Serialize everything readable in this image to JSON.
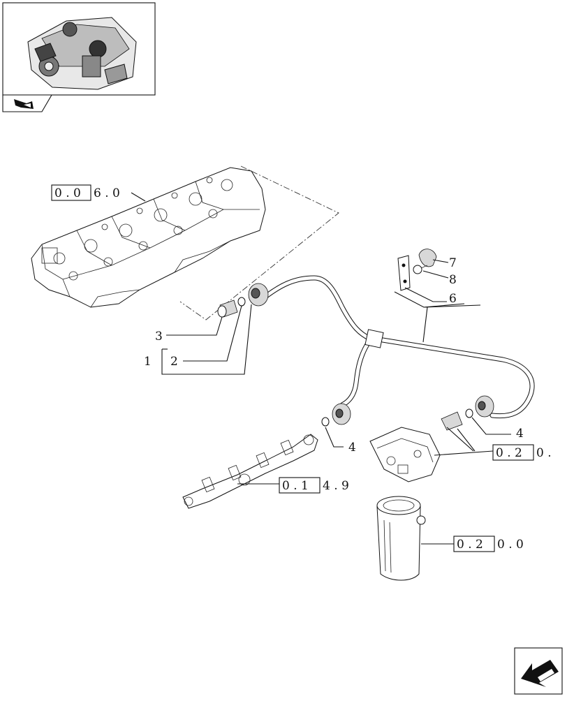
{
  "thumbnail": {
    "icon": "engine-thumbnail-icon",
    "badge_icon": "cross-reference-arrow-icon"
  },
  "nav": {
    "icon": "next-page-arrow-icon"
  },
  "callouts": {
    "c1": "1",
    "c2": "2",
    "c3": "3",
    "c4a": "4",
    "c4b": "4",
    "c6": "6",
    "c7": "7",
    "c8": "8"
  },
  "references": {
    "ref_cylinder_head": {
      "boxed": "0 . 0",
      "rest": "6 . 0"
    },
    "ref_rail": {
      "boxed": "0 . 1",
      "rest": "4 . 9"
    },
    "ref_pump": {
      "boxed": "0 . 2",
      "rest": "0 ."
    },
    "ref_filter": {
      "boxed": "0 . 2",
      "rest": "0 . 0"
    }
  }
}
